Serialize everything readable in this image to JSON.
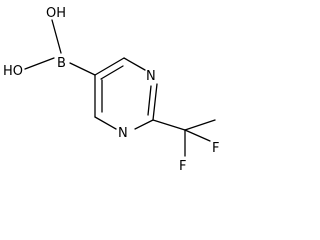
{
  "molecule": {
    "atoms": {
      "oh_top": "OH",
      "oh_left": "HO",
      "boron": "B",
      "n_top": "N",
      "n_bottom": "N",
      "f_right": "F",
      "f_bottom": "F"
    }
  }
}
